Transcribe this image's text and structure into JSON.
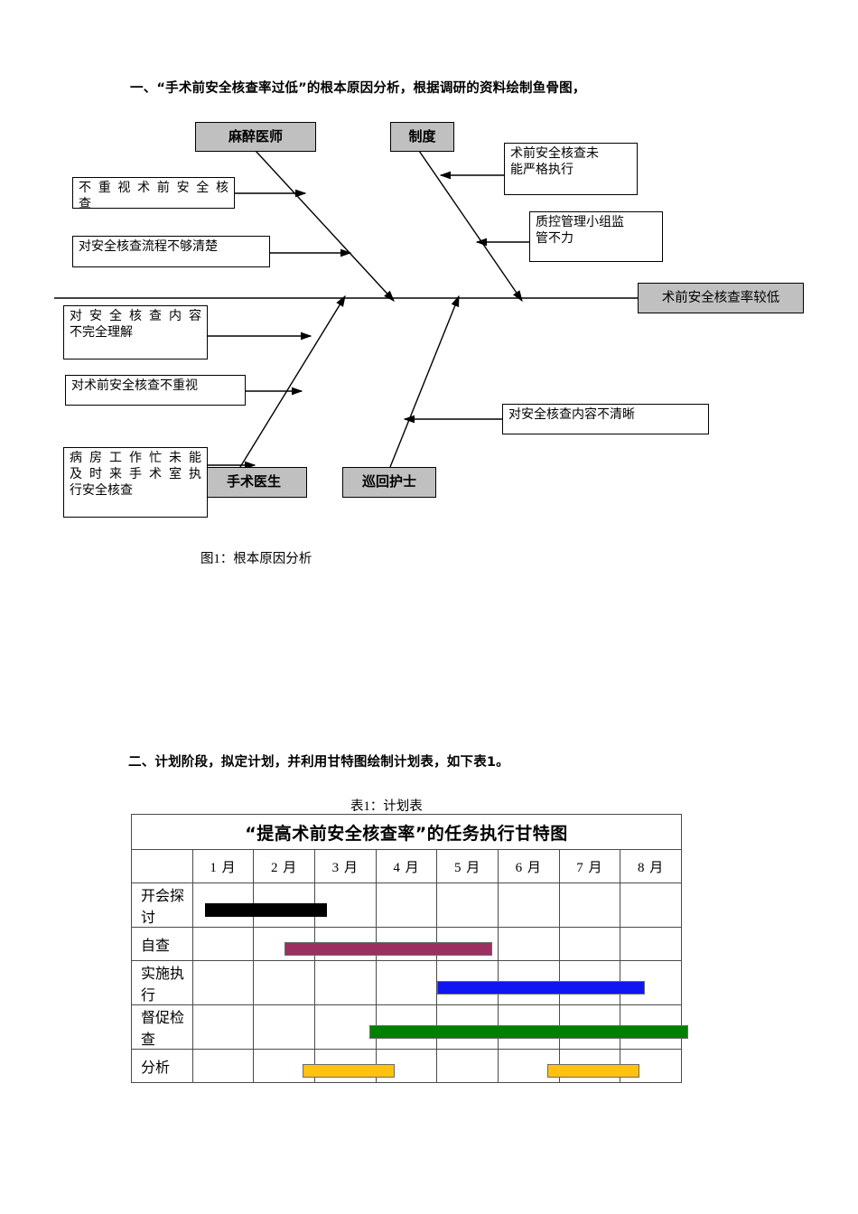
{
  "document": {
    "heading_one": "一、“手术前安全核查率过低”的根本原因分析，根据调研的资料绘制鱼骨图，",
    "heading_two": "二、计划阶段，拟定计划，并利用甘特图绘制计划表，如下表1。",
    "figure1_caption": "图1：根本原因分析",
    "table1_caption": "表1：计划表"
  },
  "fishbone": {
    "effect_label": "术前安全核查率较低",
    "categories": [
      {
        "name": "category-anesthesiologist",
        "label": "麻醉医师"
      },
      {
        "name": "category-system",
        "label": "制度"
      },
      {
        "name": "category-surgeon",
        "label": "手术医生"
      },
      {
        "name": "category-circulating-nurse",
        "label": "巡回护士"
      }
    ],
    "causes": [
      {
        "name": "cause-not-valuing-preop-check",
        "lines": [
          "不重视术前安全核",
          "查"
        ]
      },
      {
        "name": "cause-unclear-process",
        "lines": [
          "对安全核查流程不够清楚"
        ]
      },
      {
        "name": "cause-not-fully-understand-content",
        "lines": [
          "对安全核查内容",
          "不完全理解"
        ]
      },
      {
        "name": "cause-not-attach-importance",
        "lines": [
          "对术前安全核查不重视"
        ]
      },
      {
        "name": "cause-ward-busy",
        "lines": [
          "病房工作忙未能",
          "及时来手术室执",
          "行安全核查"
        ]
      },
      {
        "name": "cause-not-strictly-executed",
        "lines": [
          "术前安全核查未",
          "能严格执行"
        ]
      },
      {
        "name": "cause-qc-group-weak-supervision",
        "lines": [
          "质控管理小组监",
          "管不力"
        ]
      },
      {
        "name": "cause-content-not-clear",
        "lines": [
          "对安全核查内容不清晰"
        ]
      }
    ]
  },
  "gantt": {
    "title": "“提高术前安全核查率”的任务执行甘特图",
    "corner_header": "",
    "months": [
      "1 月",
      "2 月",
      "3 月",
      "4 月",
      "5 月",
      "6 月",
      "7 月",
      "8 月"
    ],
    "tasks": [
      "开会探讨",
      "自查",
      "实施执行",
      "督促检查",
      "分析"
    ]
  },
  "chart_data": {
    "type": "bar",
    "title": "“提高术前安全核查率”的任务执行甘特图",
    "xlabel": "",
    "ylabel": "",
    "categories": [
      "1 月",
      "2 月",
      "3 月",
      "4 月",
      "5 月",
      "6 月",
      "7 月",
      "8 月"
    ],
    "xlim": [
      1,
      9
    ],
    "grid": true,
    "legend": "none",
    "tasks": [
      {
        "task": "开会探讨",
        "bars": [
          {
            "start_month": 1.2,
            "end_month": 3.2,
            "color": "#000000",
            "name": "bar-meeting-discussion"
          }
        ]
      },
      {
        "task": "自查",
        "bars": [
          {
            "start_month": 2.5,
            "end_month": 5.9,
            "color": "#9b3060",
            "name": "bar-self-check"
          }
        ]
      },
      {
        "task": "实施执行",
        "bars": [
          {
            "start_month": 5.0,
            "end_month": 8.4,
            "color": "#1016ef",
            "name": "bar-implementation"
          }
        ]
      },
      {
        "task": "督促检查",
        "bars": [
          {
            "start_month": 3.9,
            "end_month": 9.1,
            "color": "#008000",
            "name": "bar-supervision-check"
          }
        ]
      },
      {
        "task": "分析",
        "bars": [
          {
            "start_month": 2.8,
            "end_month": 4.3,
            "color": "#ffc20e",
            "name": "bar-analysis-first"
          },
          {
            "start_month": 6.8,
            "end_month": 8.3,
            "color": "#ffc20e",
            "name": "bar-analysis-second"
          }
        ]
      }
    ]
  }
}
